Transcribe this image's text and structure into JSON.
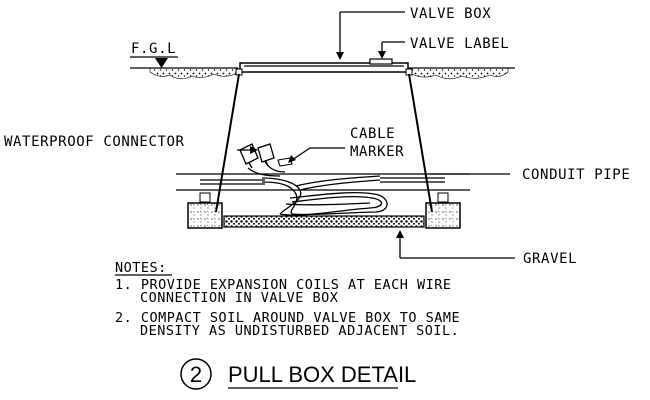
{
  "labels": {
    "valve_box": "VALVE BOX",
    "valve_label": "VALVE LABEL",
    "fgl": "F.G.L",
    "waterproof_connector": "WATERPROOF CONNECTOR",
    "cable_marker_line1": "CABLE",
    "cable_marker_line2": "MARKER",
    "conduit_pipe": "CONDUIT PIPE",
    "gravel": "GRAVEL"
  },
  "notes": {
    "heading": "NOTES:",
    "items": [
      {
        "line1": "1. PROVIDE EXPANSION COILS AT EACH WIRE",
        "line2": "CONNECTION IN VALVE BOX"
      },
      {
        "line1": "2. COMPACT SOIL AROUND VALVE BOX TO SAME",
        "line2": "DENSITY AS UNDISTURBED ADJACENT SOIL."
      }
    ]
  },
  "title": {
    "detail_number": "2",
    "text": "PULL BOX DETAIL"
  }
}
